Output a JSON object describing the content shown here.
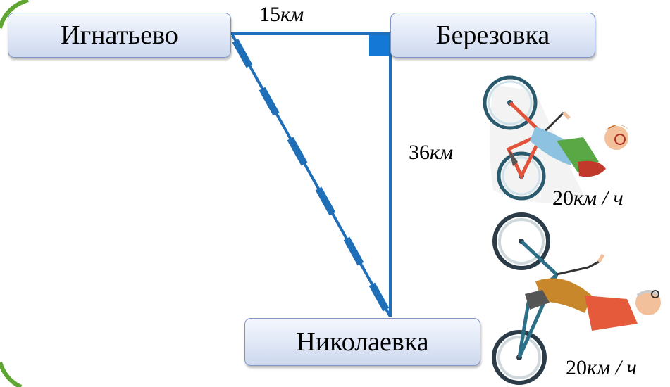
{
  "villages": {
    "ignatyevo": "Игнатьево",
    "berezovka": "Березовка",
    "nikolaevka": "Николаевка"
  },
  "distances": {
    "top": {
      "value": "15",
      "unit": "км"
    },
    "right": {
      "value": "36",
      "unit": "км"
    }
  },
  "speeds": {
    "boy": {
      "value": "20",
      "unit": "км / ч"
    },
    "man": {
      "value": "20",
      "unit": "км / ч"
    }
  },
  "colors": {
    "line": "#1f6fb8",
    "right_angle": "#1479d6",
    "frame": "#5ea532"
  },
  "icons": {
    "boy": "boy-cyclist-icon",
    "man": "man-cyclist-icon"
  }
}
